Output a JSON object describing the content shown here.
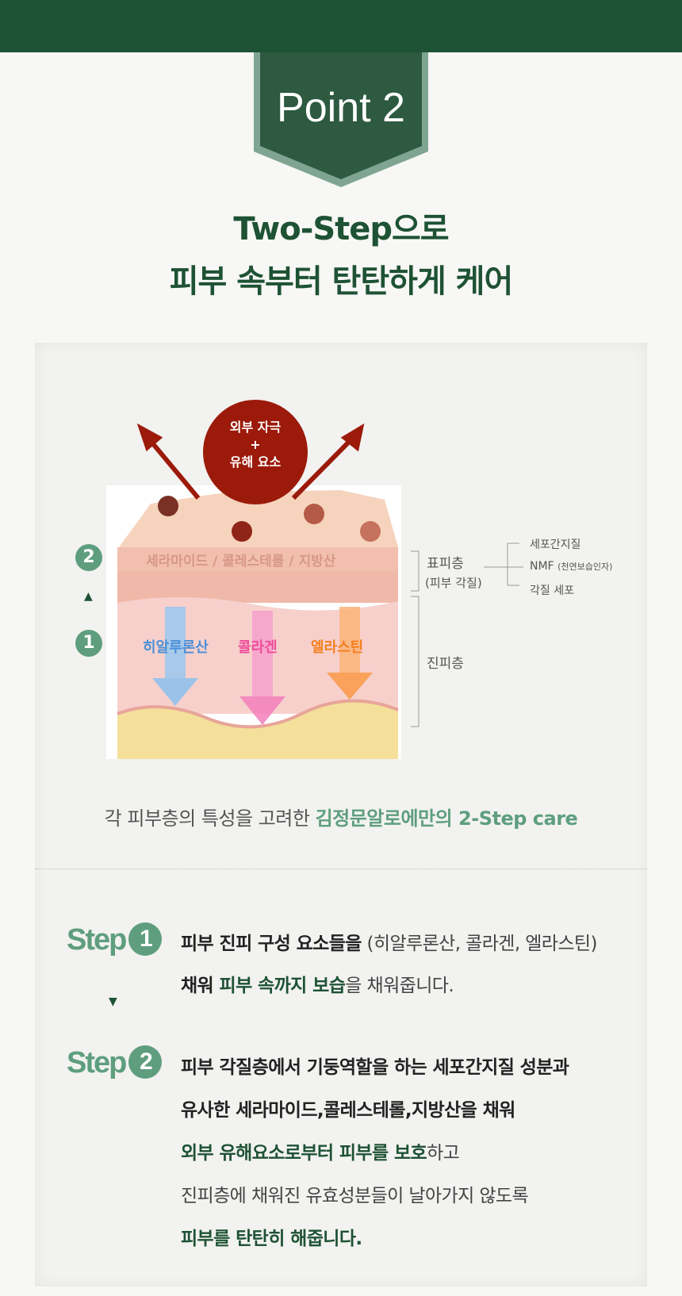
{
  "badge": {
    "label": "Point 2"
  },
  "title": {
    "line1": "Two-Step으로",
    "line2": "피부 속부터 탄탄하게 케어"
  },
  "diagram": {
    "threat": {
      "line1": "외부 자극",
      "plus": "+",
      "line2": "유해 요소"
    },
    "layer_ingredients": "세라마이드 / 콜레스테롤 / 지방산",
    "dermis_ingredients": [
      {
        "label": "히알루론산",
        "color": "#4a90d9"
      },
      {
        "label": "콜라겐",
        "color": "#ee4c9a"
      },
      {
        "label": "엘라스틴",
        "color": "#f57f1f"
      }
    ],
    "markers": [
      "2",
      "1"
    ],
    "epidermis": {
      "label": "표피층",
      "sub": "(피부 각질)",
      "items": [
        "세포간지질",
        "NMF",
        "(천연보습인자)",
        "각질 세포"
      ]
    },
    "dermis": {
      "label": "진피층"
    }
  },
  "caption": {
    "normal": "각 피부층의 특성을 고려한 ",
    "highlight": "김정문알로에만의 2-Step care"
  },
  "steps": [
    {
      "word": "Step",
      "num": "1",
      "lines": [
        [
          {
            "t": "피부 진피 구성 요소들을",
            "s": "b"
          },
          {
            "t": " (히알루론산, 콜라겐, 엘라스틴)",
            "s": "n"
          }
        ],
        [
          {
            "t": "채워 ",
            "s": "b"
          },
          {
            "t": "피부 속까지 보습",
            "s": "g"
          },
          {
            "t": "을 채워줍니다.",
            "s": "n"
          }
        ]
      ]
    },
    {
      "word": "Step",
      "num": "2",
      "lines": [
        [
          {
            "t": "피부 각질층에서 기둥역할을 하는 세포간지질 성분과",
            "s": "b"
          }
        ],
        [
          {
            "t": "유사한 세라마이드,콜레스테롤,지방산을 채워",
            "s": "b"
          }
        ],
        [
          {
            "t": "외부 유해요소로부터 피부를 보호",
            "s": "g"
          },
          {
            "t": "하고",
            "s": "n"
          }
        ],
        [
          {
            "t": "진피층에 채워진 유효성분들이 날아가지 않도록",
            "s": "n"
          }
        ],
        [
          {
            "t": "피부를 탄탄히 해줍니다.",
            "s": "g"
          }
        ]
      ]
    }
  ],
  "colors": {
    "brand": "#1e5234",
    "accent": "#5e9e7e",
    "threat": "#9b1a0a"
  }
}
